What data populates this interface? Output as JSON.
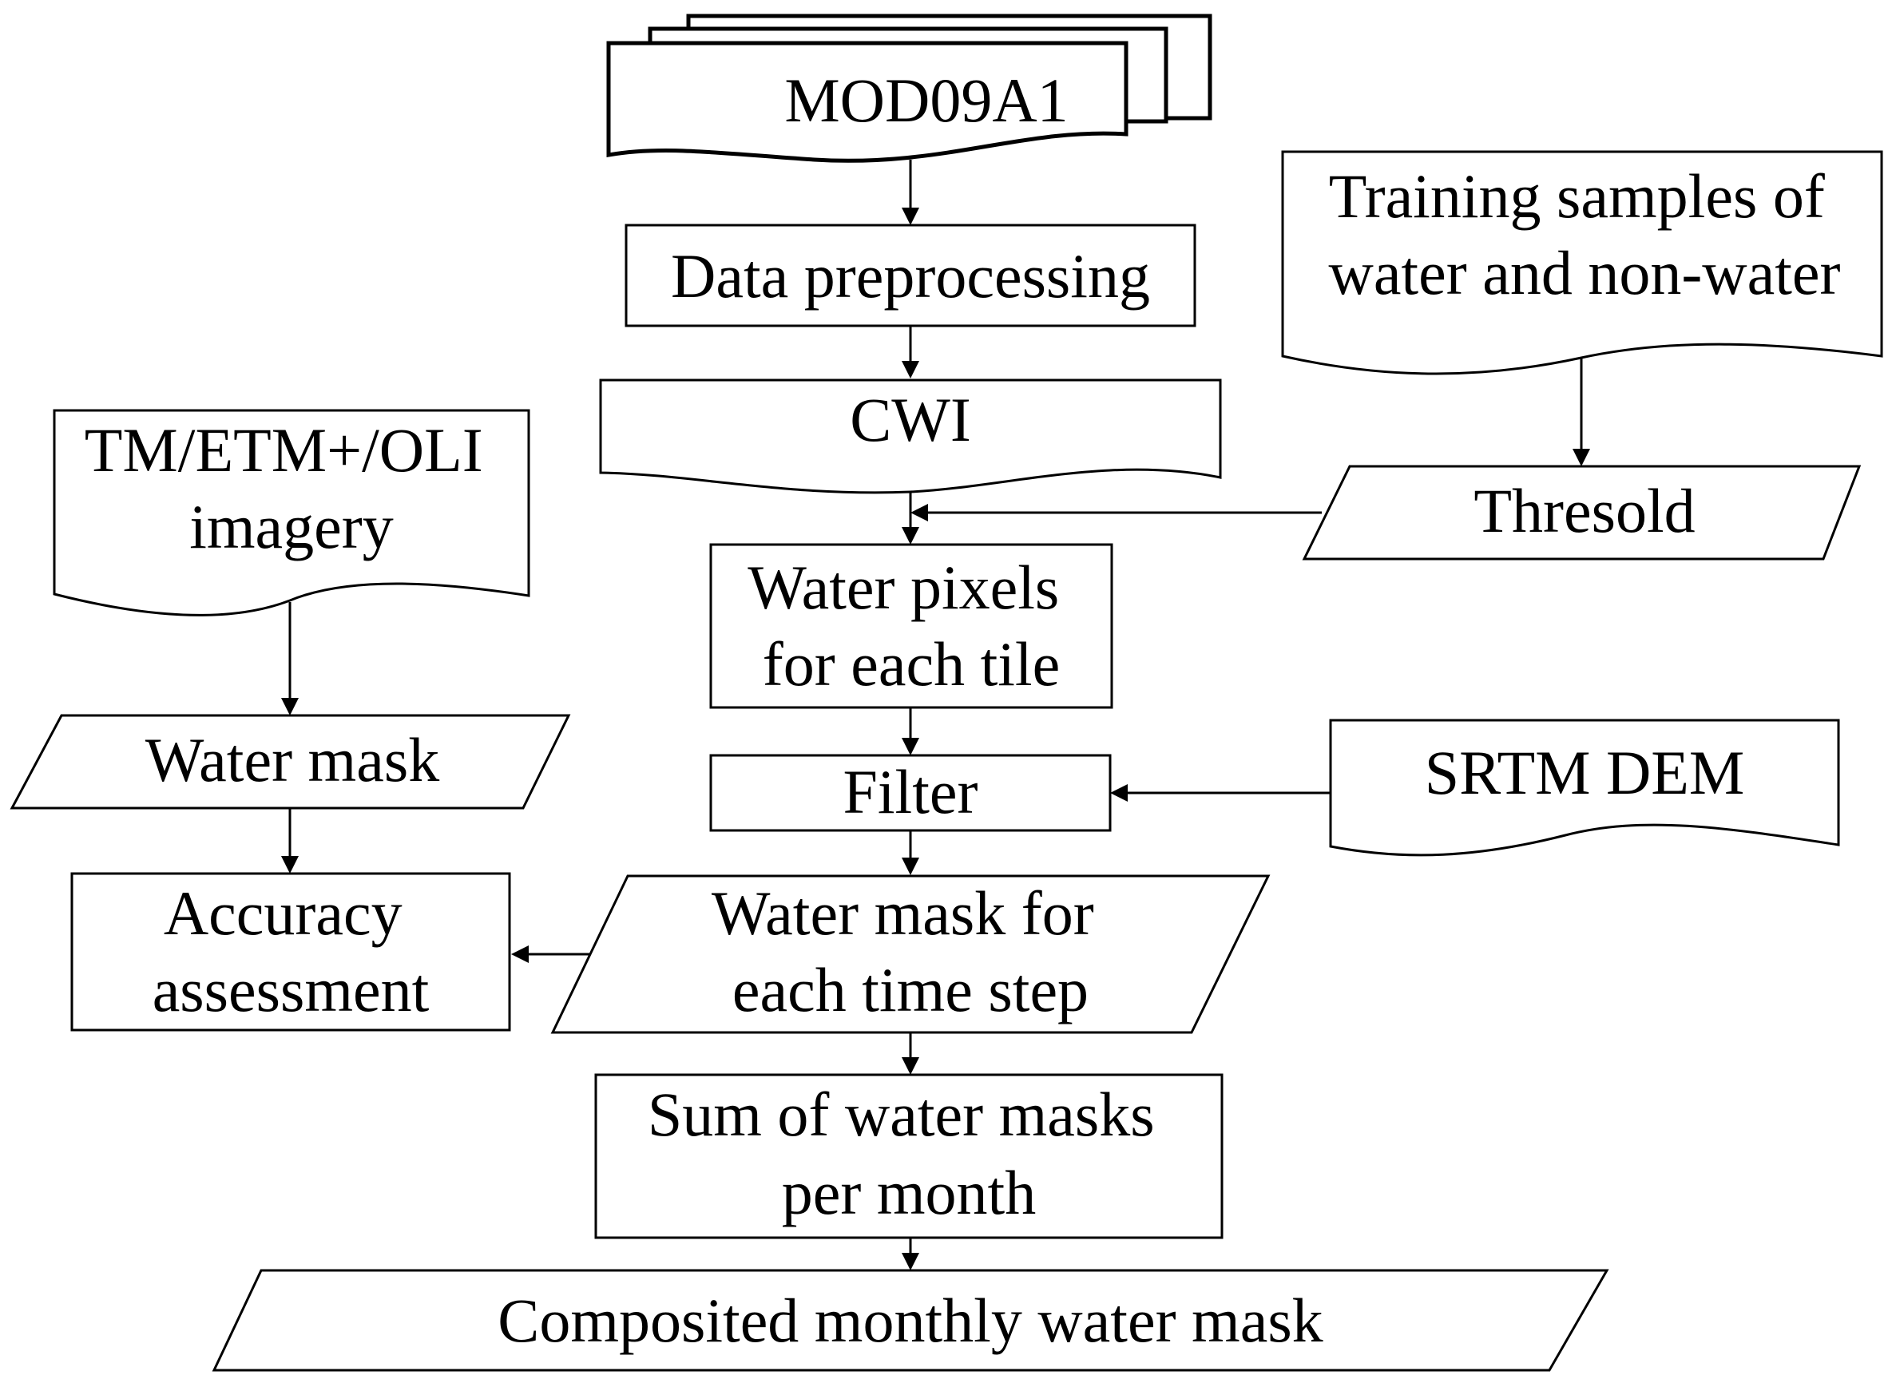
{
  "diagram": {
    "type": "flowchart",
    "nodes": {
      "mod09a1": {
        "lines": [
          "MOD09A1"
        ],
        "shape": "multi-document"
      },
      "data_preprocessing": {
        "lines": [
          "Data preprocessing"
        ],
        "shape": "process"
      },
      "cwi": {
        "lines": [
          "CWI"
        ],
        "shape": "document"
      },
      "training_samples": {
        "lines": [
          "Training samples of",
          "water and non-water"
        ],
        "shape": "document"
      },
      "threshold": {
        "lines": [
          "Thresold"
        ],
        "shape": "data"
      },
      "water_pixels": {
        "lines": [
          "Water pixels",
          "for each tile"
        ],
        "shape": "process"
      },
      "tm_etm_oli": {
        "lines": [
          "TM/ETM+/OLI",
          "imagery"
        ],
        "shape": "document"
      },
      "water_mask": {
        "lines": [
          "Water mask"
        ],
        "shape": "data"
      },
      "filter": {
        "lines": [
          "Filter"
        ],
        "shape": "process"
      },
      "srtm_dem": {
        "lines": [
          "SRTM DEM"
        ],
        "shape": "document"
      },
      "accuracy_assessment": {
        "lines": [
          "Accuracy",
          "assessment"
        ],
        "shape": "process"
      },
      "water_mask_time_step": {
        "lines": [
          "Water mask for",
          "each time step"
        ],
        "shape": "data"
      },
      "sum_water_masks": {
        "lines": [
          "Sum of water masks",
          "per month"
        ],
        "shape": "process"
      },
      "composited_monthly": {
        "lines": [
          "Composited monthly water mask"
        ],
        "shape": "data"
      }
    },
    "edges": [
      {
        "from": "mod09a1",
        "to": "data_preprocessing"
      },
      {
        "from": "data_preprocessing",
        "to": "cwi"
      },
      {
        "from": "training_samples",
        "to": "threshold"
      },
      {
        "from": "cwi",
        "to": "water_pixels"
      },
      {
        "from": "threshold",
        "to": "water_pixels"
      },
      {
        "from": "water_pixels",
        "to": "filter"
      },
      {
        "from": "srtm_dem",
        "to": "filter"
      },
      {
        "from": "tm_etm_oli",
        "to": "water_mask"
      },
      {
        "from": "water_mask",
        "to": "accuracy_assessment"
      },
      {
        "from": "filter",
        "to": "water_mask_time_step"
      },
      {
        "from": "water_mask_time_step",
        "to": "accuracy_assessment"
      },
      {
        "from": "water_mask_time_step",
        "to": "sum_water_masks"
      },
      {
        "from": "sum_water_masks",
        "to": "composited_monthly"
      }
    ]
  }
}
